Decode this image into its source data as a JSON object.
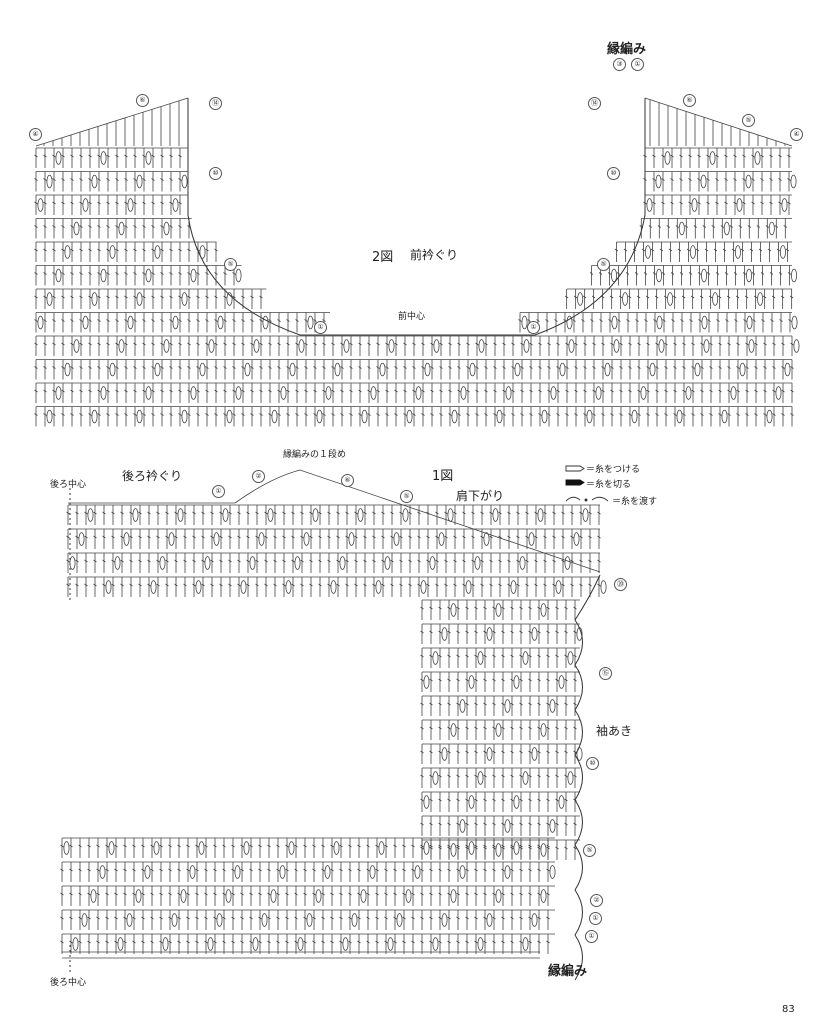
{
  "diagram2": {
    "title": "2図",
    "subtitle": "前衿ぐり",
    "front_center": "前中心",
    "edging": "縁編み"
  },
  "diagram1": {
    "title": "1図",
    "shoulder": "肩下がり",
    "back_neck": "後ろ衿ぐり",
    "back_center_top": "後ろ中心",
    "back_center_bottom": "後ろ中心",
    "edging_row1": "縁編みの１段め",
    "armhole": "袖あき",
    "edging": "縁編み"
  },
  "legend": {
    "attach": "＝糸をつける",
    "cut": "＝糸を切る",
    "carry": "＝糸を渡す"
  },
  "page_number": "83",
  "row_numbers": {
    "d2_left": [
      "④",
      "⑥",
      "⑭",
      "⑩",
      "⑤",
      "①"
    ],
    "d2_right": [
      "③",
      "①",
      "⑭",
      "⑥",
      "⑤",
      "④",
      "⑩",
      "⑤",
      "①"
    ],
    "d1": [
      "②",
      "①",
      "⑥",
      "⑤",
      "⑳",
      "⑮",
      "⑩",
      "⑤",
      "②",
      "①",
      "①"
    ]
  }
}
